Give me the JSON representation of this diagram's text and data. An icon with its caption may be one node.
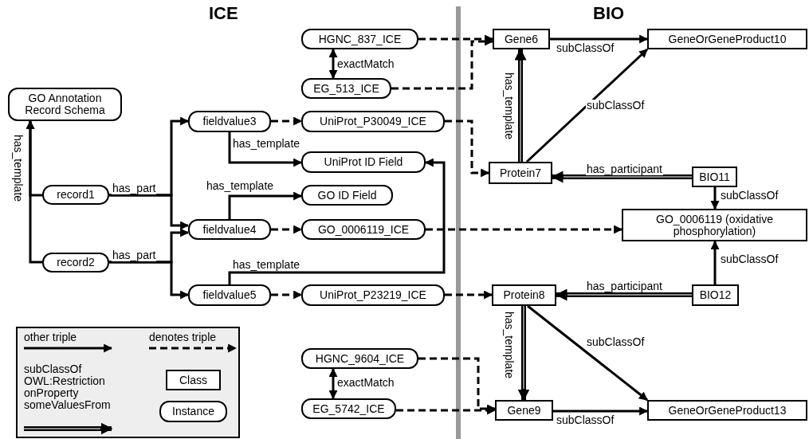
{
  "diagram": {
    "nodes": [
      {
        "text": [
          "GO Annotation Record Schema"
        ]
      },
      {
        "text": [
          "record1"
        ]
      },
      {
        "text": [
          "record2"
        ]
      },
      {
        "text": [
          "fieldvalue3"
        ]
      },
      {
        "text": [
          "fieldvalue4"
        ]
      },
      {
        "text": [
          "fieldvalue5"
        ]
      },
      {
        "text": [
          "HGNC_837_ICE"
        ]
      },
      {
        "text": [
          "EG_513_ICE"
        ]
      },
      {
        "text": [
          "UniProt_P30049_ICE"
        ]
      },
      {
        "text": [
          "UniProt ID Field"
        ]
      },
      {
        "text": [
          "GO ID Field"
        ]
      },
      {
        "text": [
          "GO_0006119_ICE"
        ]
      },
      {
        "text": [
          "UniProt_P23219_ICE"
        ]
      },
      {
        "text": [
          "HGNC_9604_ICE"
        ]
      },
      {
        "text": [
          "EG_5742_ICE"
        ]
      },
      {
        "text": [
          "Gene6"
        ]
      },
      {
        "text": [
          "GeneOrGeneProduct10"
        ]
      },
      {
        "text": [
          "Protein7"
        ]
      },
      {
        "text": [
          "BIO11"
        ]
      },
      {
        "text": [
          "GO_0006119 (oxidative phosphorylation)"
        ]
      },
      {
        "text": [
          "Protein8"
        ]
      },
      {
        "text": [
          "BIO12"
        ]
      },
      {
        "text": [
          "Gene9"
        ]
      },
      {
        "text": [
          "GeneOrGeneProduct13"
        ]
      }
    ],
    "edges": [
      {
        "from": 1,
        "to": 0,
        "arrow": "to",
        "label": "has_template"
      },
      {
        "from": 2,
        "to": 0,
        "arrow": "to"
      },
      {
        "from": 1,
        "to": 3,
        "arrow": "to",
        "label": "has_part"
      },
      {
        "from": 1,
        "to": 4,
        "arrow": "to"
      },
      {
        "from": 2,
        "to": 4,
        "arrow": "to",
        "label": "has_part"
      },
      {
        "from": 2,
        "to": 5,
        "arrow": "to"
      },
      {
        "from": 3,
        "to": 8,
        "arrow": "to",
        "style": "dashed"
      },
      {
        "from": 3,
        "to": 9,
        "arrow": "to",
        "label": "has_template"
      },
      {
        "from": 4,
        "to": 10,
        "arrow": "to",
        "label": "has_template"
      },
      {
        "from": 4,
        "to": 11,
        "arrow": "to",
        "style": "dashed"
      },
      {
        "from": 5,
        "to": 9,
        "arrow": "to",
        "label": "has_template"
      },
      {
        "from": 5,
        "to": 12,
        "arrow": "to",
        "style": "dashed"
      },
      {
        "from": 6,
        "to": 7,
        "arrow": "both",
        "label": "exactMatch"
      },
      {
        "from": 6,
        "to": 15,
        "arrow": "to",
        "style": "dashed"
      },
      {
        "from": 7,
        "to": 15,
        "arrow": "to",
        "style": "dashed"
      },
      {
        "from": 8,
        "to": 17,
        "arrow": "to",
        "style": "dashed"
      },
      {
        "from": 11,
        "to": 19,
        "arrow": "to",
        "style": "dashed"
      },
      {
        "from": 12,
        "to": 20,
        "arrow": "to",
        "style": "dashed"
      },
      {
        "from": 13,
        "to": 22,
        "arrow": "to",
        "style": "dashed"
      },
      {
        "from": 14,
        "to": 22,
        "arrow": "to",
        "style": "dashed"
      },
      {
        "from": 13,
        "to": 14,
        "arrow": "both",
        "label": "exactMatch"
      },
      {
        "from": 15,
        "to": 16,
        "arrow": "to",
        "label": "subClassOf"
      },
      {
        "from": 17,
        "to": 15,
        "arrow": "to",
        "label": "has_template",
        "style": "thick"
      },
      {
        "from": 17,
        "to": 16,
        "arrow": "to",
        "label": "subClassOf"
      },
      {
        "from": 18,
        "to": 17,
        "arrow": "to",
        "label": "has_participant",
        "style": "thick"
      },
      {
        "from": 18,
        "to": 19,
        "arrow": "to",
        "label": "subClassOf"
      },
      {
        "from": 21,
        "to": 19,
        "arrow": "to",
        "label": "subClassOf"
      },
      {
        "from": 21,
        "to": 20,
        "arrow": "to",
        "label": "has_participant",
        "style": "thick"
      },
      {
        "from": 20,
        "to": 22,
        "arrow": "to",
        "label": "has_template",
        "style": "thick"
      },
      {
        "from": 20,
        "to": 23,
        "arrow": "to",
        "label": "subClassOf"
      },
      {
        "from": 22,
        "to": 23,
        "arrow": "to",
        "label": "subClassOf"
      }
    ],
    "labels": [
      "ICE",
      "BIO"
    ],
    "legend": [
      {
        "text": "other triple"
      },
      {
        "text": "denotes triple"
      },
      {
        "text": "subClassOf OWL:Restriction onProperty someValuesFrom"
      },
      {
        "text": "Class"
      },
      {
        "text": "Instance"
      }
    ]
  }
}
